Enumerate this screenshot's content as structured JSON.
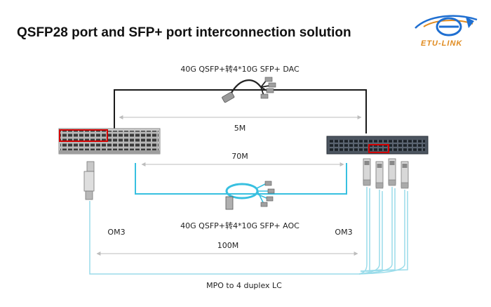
{
  "title": "QSFP28 port and SFP+ port interconnection solution",
  "logo": {
    "text": "ETU-LINK",
    "icon": "e-logo-icon",
    "colors": {
      "blue": "#1f6fd1",
      "orange": "#e08a1e"
    }
  },
  "colors": {
    "dac_cable": "#1a1a1a",
    "aoc_cable": "#38c0e0",
    "om3_fiber": "#9adcea",
    "dimension_line": "#bdbdbd",
    "port_highlight": "#d40000"
  },
  "links": {
    "dac": {
      "label": "40G QSFP+转4*10G SFP+ DAC",
      "distance": "5M"
    },
    "aoc": {
      "label": "40G QSFP+转4*10G SFP+ AOC",
      "distance": "70M"
    },
    "mpo": {
      "label": "MPO to 4 duplex LC",
      "distance": "100M",
      "fiber_left": "OM3",
      "fiber_right": "OM3"
    }
  },
  "devices": {
    "left_switch": {
      "icon": "qsfp28-switch-icon"
    },
    "right_switch": {
      "icon": "sfp-plus-switch-icon"
    },
    "qsfp_module": {
      "icon": "qsfp-transceiver-icon"
    },
    "sfp_modules": {
      "icon": "sfp-transceiver-icon",
      "count": 4
    }
  }
}
